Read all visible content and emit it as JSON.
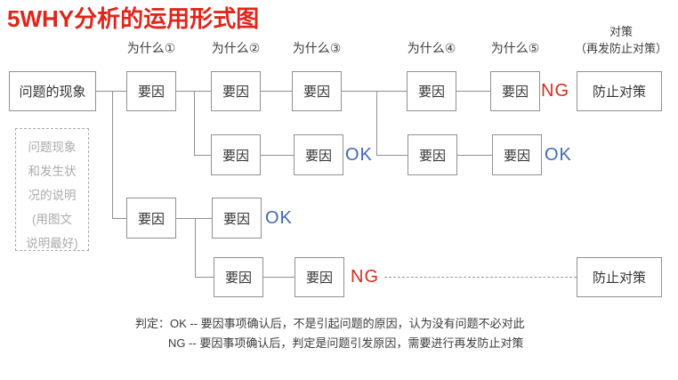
{
  "title": "5WHY分析的运用形式图",
  "why_headers": [
    "为什么①",
    "为什么②",
    "为什么③",
    "为什么④",
    "为什么⑤"
  ],
  "countermeasure_header": {
    "line1": "对策",
    "line2": "（再发防止对策）"
  },
  "boxes": {
    "problem": "问题的现象",
    "cause": "要因",
    "prevention": "防止对策"
  },
  "note": {
    "lines": [
      "问题现象",
      "和发生状",
      "况的说明",
      "(用图文",
      "说明最好)"
    ]
  },
  "results": {
    "ok": "OK",
    "ng": "NG"
  },
  "legend": {
    "line1": "判定：OK --  要因事项确认后，不是引起问题的原因，认为没有问题不必对此",
    "line2": "NG --  要因事项确认后，判定是问题引发原因，需要进行再发防止对策"
  },
  "colors": {
    "title_red": "#e0251b",
    "ng_red": "#d92a20",
    "ok_blue": "#4169b2",
    "line_gray": "#909090",
    "note_gray": "#ababab"
  }
}
